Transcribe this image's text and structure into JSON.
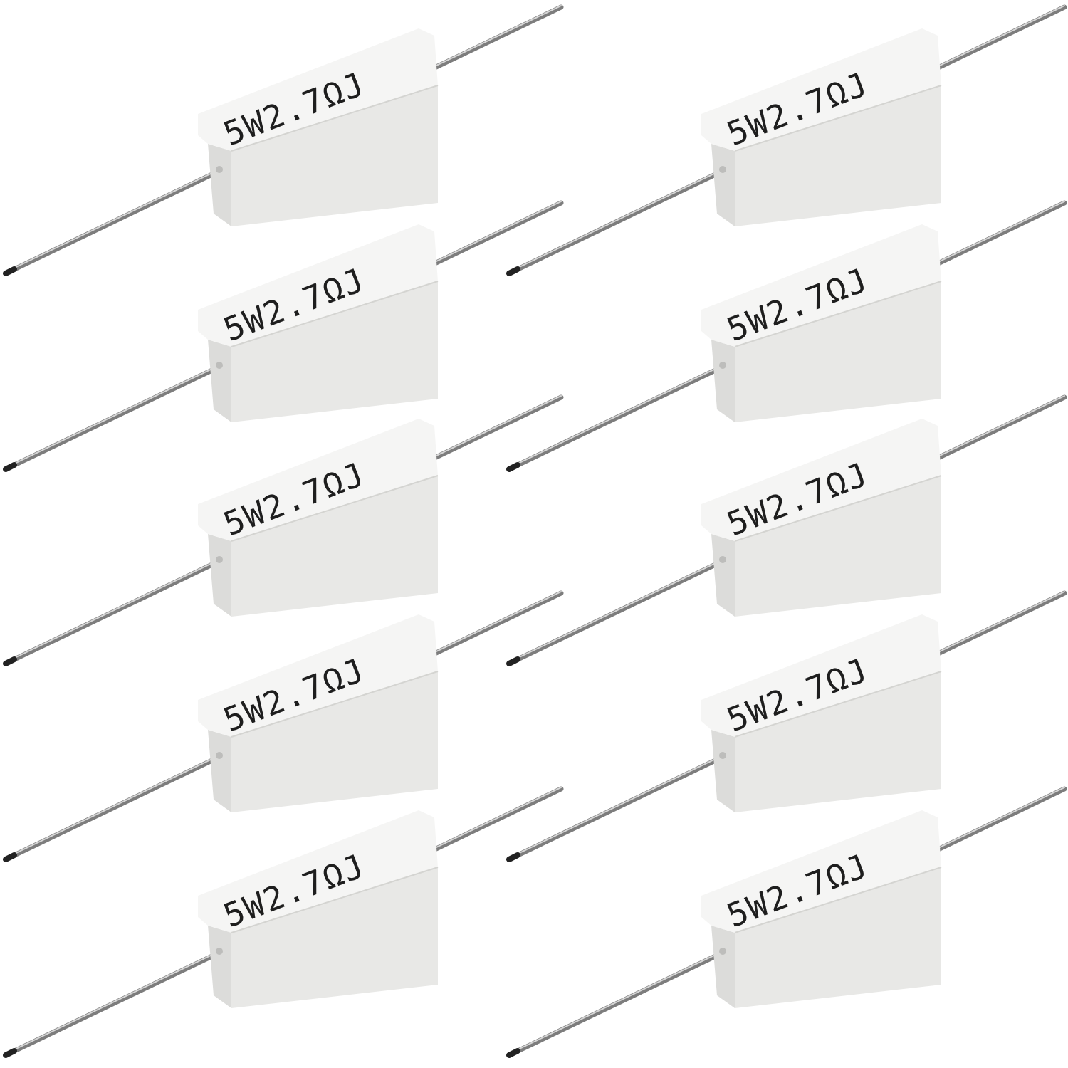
{
  "photo": {
    "subject": "ceramic cement power resistors",
    "background_color": "#ffffff",
    "count": 10,
    "layout": {
      "columns": 2,
      "rows": 5
    },
    "body_colors": {
      "top_face": "#f4f4f3",
      "front_face": "#e9e9e7",
      "end_face": "#dcdcda",
      "edge_shadow": "#cfcfcc"
    },
    "lead_colors": {
      "wire": "#9a9a9a",
      "highlight": "#d8d8d8",
      "tip": "#2a2a2a"
    }
  },
  "resistors": [
    {
      "marking": "5W2.7ΩJ",
      "column": 1,
      "row": 1
    },
    {
      "marking": "5W2.7ΩJ",
      "column": 1,
      "row": 2
    },
    {
      "marking": "5W2.7ΩJ",
      "column": 1,
      "row": 3
    },
    {
      "marking": "5W2.7ΩJ",
      "column": 1,
      "row": 4
    },
    {
      "marking": "5W2.7ΩJ",
      "column": 1,
      "row": 5
    },
    {
      "marking": "5W2.7ΩJ",
      "column": 2,
      "row": 1
    },
    {
      "marking": "5W2.7ΩJ",
      "column": 2,
      "row": 2
    },
    {
      "marking": "5W2.7ΩJ",
      "column": 2,
      "row": 3
    },
    {
      "marking": "5W2.7ΩJ",
      "column": 2,
      "row": 4
    },
    {
      "marking": "5W2.7ΩJ",
      "column": 2,
      "row": 5
    }
  ]
}
